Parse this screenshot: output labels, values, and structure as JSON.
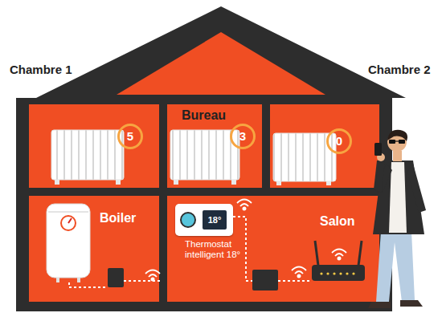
{
  "diagram": {
    "nodes": [
      {
        "text": [
          "Chambre 1"
        ]
      },
      {
        "text": [
          "5"
        ],
        "in": 0
      },
      {
        "text": [
          "Bureau"
        ]
      },
      {
        "text": [
          "3"
        ],
        "in": 2
      },
      {
        "text": [
          "Chambre 2"
        ]
      },
      {
        "text": [
          "0"
        ],
        "in": 4
      },
      {
        "text": [
          "Boiler"
        ]
      },
      {
        "text": [
          "Salon"
        ]
      },
      {
        "text": [
          "18°",
          "Thermostat intelligent 18°"
        ],
        "in": 7
      }
    ]
  }
}
